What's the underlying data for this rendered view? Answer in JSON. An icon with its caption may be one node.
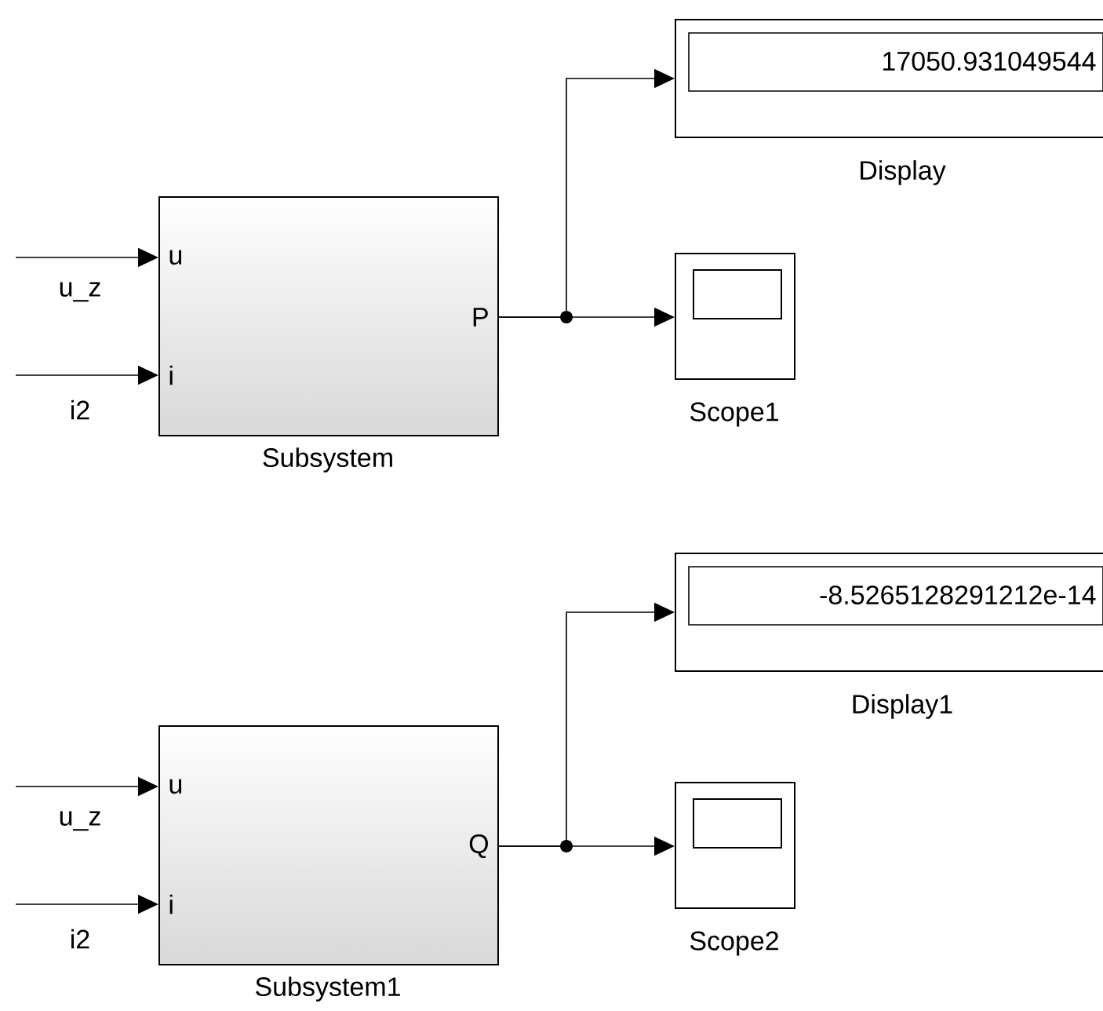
{
  "diagram": {
    "nodes": [
      {
        "text": [
          "u",
          "i",
          "P"
        ],
        "beside": [
          "Subsystem"
        ]
      },
      {
        "text": [
          "17050.931049544"
        ],
        "beside": [
          "Display"
        ]
      },
      {
        "text": [],
        "shape": "box",
        "beside": [
          "Scope1"
        ]
      },
      {
        "text": [
          "u",
          "i",
          "Q"
        ],
        "beside": [
          "Subsystem1"
        ]
      },
      {
        "text": [
          "-8.5265128291212e-14"
        ],
        "beside": [
          "Display1"
        ]
      },
      {
        "text": [],
        "shape": "box",
        "beside": [
          "Scope2"
        ]
      }
    ],
    "edges": [
      {
        "from": null,
        "to": 0,
        "arrow": "to",
        "label": "u_z"
      },
      {
        "from": null,
        "to": 0,
        "arrow": "to",
        "label": "i2"
      },
      {
        "from": 0,
        "to": 1,
        "arrow": "to"
      },
      {
        "from": 0,
        "to": 2,
        "arrow": "to"
      },
      {
        "from": null,
        "to": 3,
        "arrow": "to",
        "label": "u_z"
      },
      {
        "from": null,
        "to": 3,
        "arrow": "to",
        "label": "i2"
      },
      {
        "from": 3,
        "to": 4,
        "arrow": "to"
      },
      {
        "from": 3,
        "to": 5,
        "arrow": "to"
      }
    ]
  }
}
